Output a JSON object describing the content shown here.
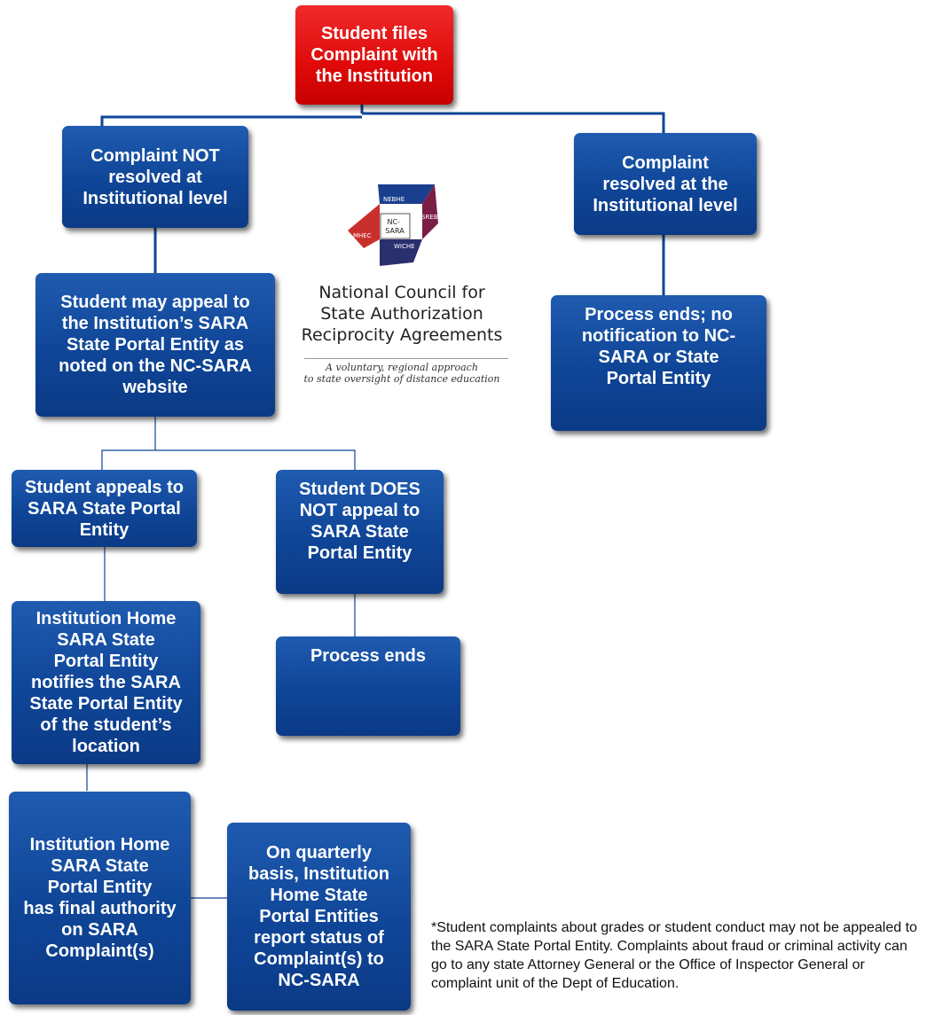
{
  "nodes": {
    "start": "Student files\nComplaint with\nthe Institution",
    "not_resolved": "Complaint NOT\nresolved at\nInstitutional level",
    "resolved": "Complaint\nresolved at the\nInstitutional level",
    "may_appeal": "Student may appeal to\nthe Institution’s SARA\nState Portal Entity as\nnoted on the NC-SARA\nwebsite",
    "process_ends_no_notification": "Process ends; no\nnotification to NC-\nSARA or State\nPortal Entity",
    "appeals": "Student appeals to\nSARA State Portal\nEntity",
    "does_not_appeal": "Student DOES\nNOT appeal to\nSARA State\nPortal Entity",
    "home_notifies": "Institution Home\nSARA State\nPortal Entity\nnotifies the SARA\nState Portal Entity\nof the student’s\nlocation",
    "process_ends": "Process ends",
    "final_authority": "Institution Home\nSARA State\nPortal Entity\nhas final authority\non SARA\nComplaint(s)",
    "quarterly": "On quarterly\nbasis, Institution\nHome State\nPortal Entities\nreport status of\nComplaint(s) to\nNC-SARA"
  },
  "logo": {
    "top": "NEBHE",
    "right": "SREB",
    "bottom": "WICHE",
    "left": "MHEC",
    "center": "NC-\nSARA",
    "title": "National Council for\nState Authorization\nReciprocity Agreements",
    "tagline": "A voluntary, regional approach\nto state oversight of distance education",
    "colors": {
      "blue": "#1a3f8f",
      "red": "#c9302c",
      "maroon": "#7b1e45",
      "navy": "#2a2f6e"
    }
  },
  "footnote": {
    "lead": "*Student complaints about grades or student conduct may not be appealed to the SARA State Portal Entity.",
    "rest": " Complaints about fraud or criminal activity can go to any state Attorney General or the Office of Inspector General or complaint unit of the Dept of Education."
  },
  "colors": {
    "box_blue": "#0f4597",
    "box_red": "#e00a0a",
    "connector": "#0f4597"
  }
}
